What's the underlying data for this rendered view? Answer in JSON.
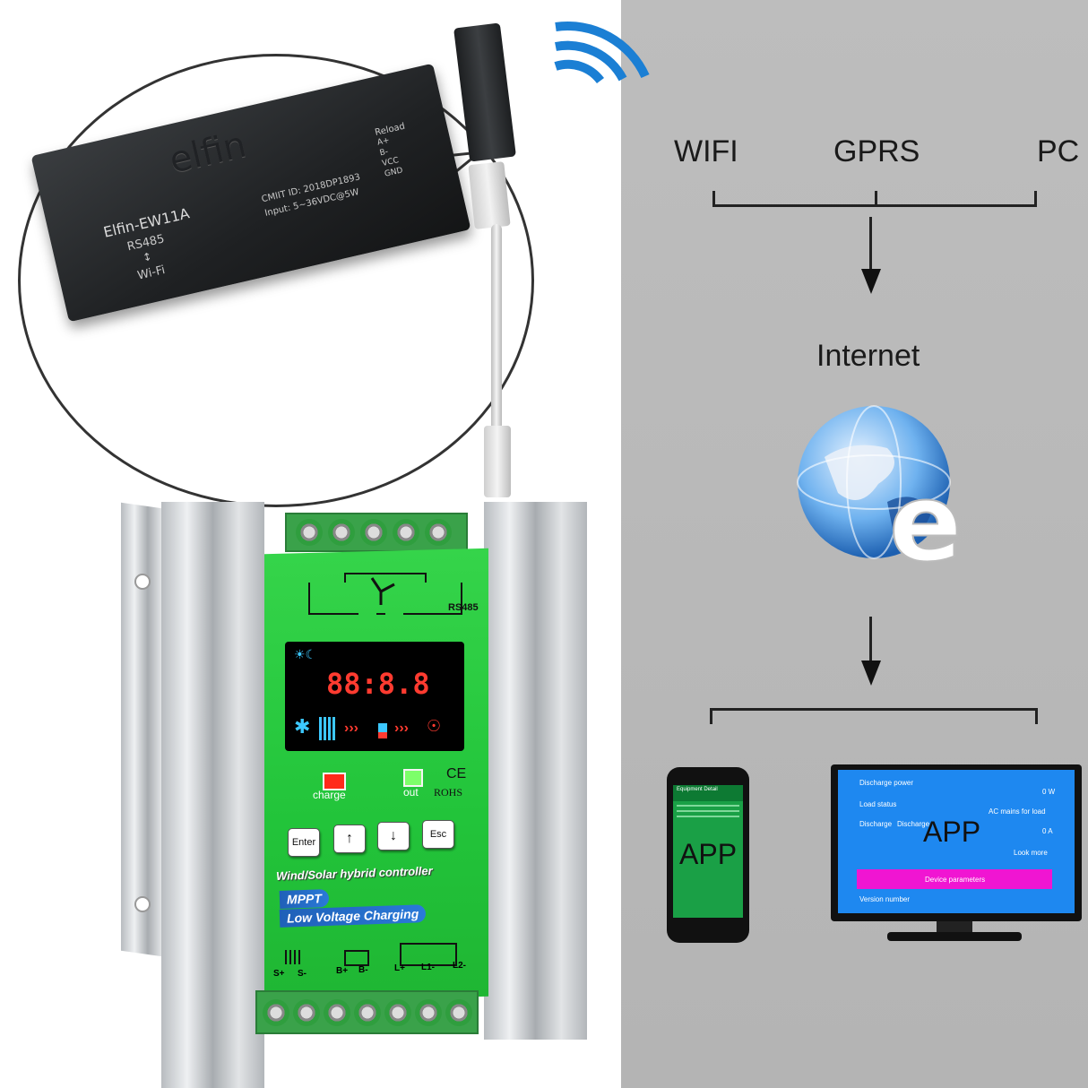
{
  "diagram": {
    "sources": [
      "WIFI",
      "GPRS",
      "PC"
    ],
    "network": "Internet",
    "app_phone": "APP",
    "app_monitor": "APP"
  },
  "module": {
    "brand": "elfin",
    "model": "Elfin-EW11A",
    "iface_top": "RS485",
    "iface_arrow": "↕",
    "iface_bottom": "Wi-Fi",
    "cmiit": "CMIIT ID: 2018DP1893",
    "input": "Input: 5~36VDC@5W",
    "pins": [
      "Reload",
      "A+",
      "B-",
      "VCC",
      "GND"
    ]
  },
  "controller": {
    "port_label": "RS485",
    "lcd_digits": "88:8.8",
    "indicator_charge": "charge",
    "indicator_out": "out",
    "cert_ce": "CE",
    "cert_rohs": "ROHS",
    "keys": [
      "Enter",
      "↑",
      "↓",
      "Esc"
    ],
    "title": "Wind/Solar hybrid controller",
    "feature_1": "MPPT",
    "feature_2": "Low Voltage Charging",
    "terminals": [
      "S+",
      "S-",
      "B+",
      "B-",
      "L+",
      "L1-",
      "L2-"
    ]
  },
  "monitor_screen": {
    "row1": "Discharge power",
    "row1_val": "0 W",
    "row2": "Load status",
    "row2_val": "AC mains for load",
    "row3": "Discharge",
    "row3_sub": "Discharge",
    "row3_val": "0 A",
    "more": "Look more",
    "section": "Device parameters",
    "version": "Version number"
  },
  "phone_screen": {
    "header": "Equipment Detail"
  },
  "colors": {
    "panel_bg": "#b9b9b9",
    "controller_green": "#28c83e",
    "lcd_red": "#ff3b30",
    "monitor_blue": "#1e88f0",
    "monitor_magenta": "#f015d2",
    "wifi_blue": "#1b7fd4"
  },
  "icons": [
    "wifi-signal-icon",
    "globe-e-icon",
    "wind-turbine-icon",
    "solar-panel-icon",
    "battery-icon",
    "bulb-icon"
  ]
}
